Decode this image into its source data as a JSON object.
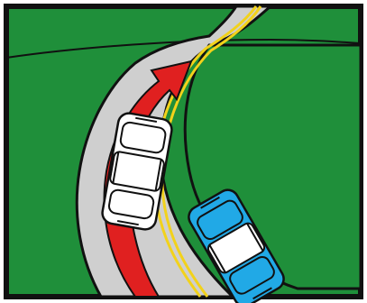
{
  "colors": {
    "grass": "#1f8f3a",
    "road": "#cfcfcf",
    "center_line": "#f2d21b",
    "arrow": "#e02020",
    "white_car": "#ffffff",
    "blue_car": "#21a9e6",
    "outline": "#111111",
    "page": "#ffffff"
  },
  "scene": {
    "description_icons": [
      "road-curve",
      "white-car",
      "blue-car",
      "red-arrow"
    ]
  }
}
